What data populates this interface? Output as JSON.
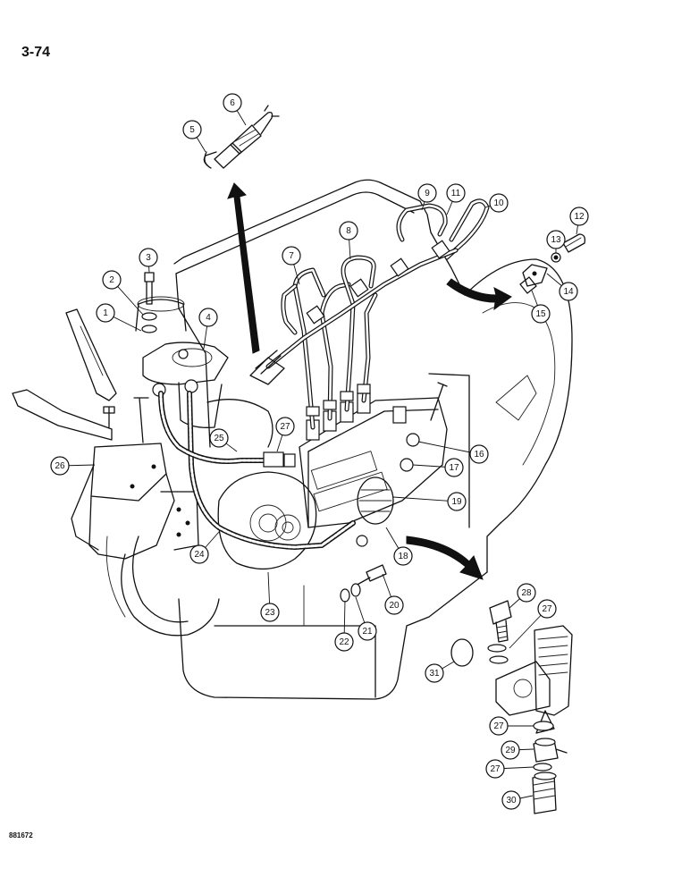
{
  "page": {
    "number": "3-74",
    "figure_code": "881672"
  },
  "diagram": {
    "callouts": [
      {
        "id": "c1",
        "label": "1"
      },
      {
        "id": "c2",
        "label": "2"
      },
      {
        "id": "c3",
        "label": "3"
      },
      {
        "id": "c4",
        "label": "4"
      },
      {
        "id": "c5",
        "label": "5"
      },
      {
        "id": "c6",
        "label": "6"
      },
      {
        "id": "c7",
        "label": "7"
      },
      {
        "id": "c8",
        "label": "8"
      },
      {
        "id": "c9",
        "label": "9"
      },
      {
        "id": "c10",
        "label": "10"
      },
      {
        "id": "c11",
        "label": "11"
      },
      {
        "id": "c12",
        "label": "12"
      },
      {
        "id": "c13",
        "label": "13"
      },
      {
        "id": "c14",
        "label": "14"
      },
      {
        "id": "c15",
        "label": "15"
      },
      {
        "id": "c16",
        "label": "16"
      },
      {
        "id": "c17",
        "label": "17"
      },
      {
        "id": "c18",
        "label": "18"
      },
      {
        "id": "c19",
        "label": "19"
      },
      {
        "id": "c20",
        "label": "20"
      },
      {
        "id": "c21",
        "label": "21"
      },
      {
        "id": "c22",
        "label": "22"
      },
      {
        "id": "c23",
        "label": "23"
      },
      {
        "id": "c24",
        "label": "24"
      },
      {
        "id": "c25",
        "label": "25"
      },
      {
        "id": "c26",
        "label": "26"
      },
      {
        "id": "c27a",
        "label": "27"
      },
      {
        "id": "c27b",
        "label": "27"
      },
      {
        "id": "c27c",
        "label": "27"
      },
      {
        "id": "c27d",
        "label": "27"
      },
      {
        "id": "c28",
        "label": "28"
      },
      {
        "id": "c29",
        "label": "29"
      },
      {
        "id": "c30",
        "label": "30"
      },
      {
        "id": "c31",
        "label": "31"
      }
    ]
  }
}
